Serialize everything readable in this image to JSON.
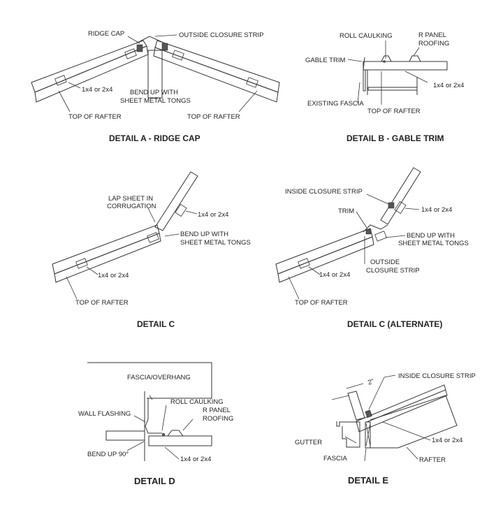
{
  "detail_a": {
    "title": "DETAIL A - RIDGE CAP",
    "ridge_cap": "RIDGE CAP",
    "outside_closure": "OUTSIDE CLOSURE STRIP",
    "lumber": "1x4 or 2x4",
    "bend_1": "BEND UP WITH",
    "bend_2": "SHEET METAL TONGS",
    "rafter_left": "TOP OF RAFTER",
    "rafter_right": "TOP OF RAFTER"
  },
  "detail_b": {
    "title": "DETAIL B - GABLE TRIM",
    "roll_caulking": "ROLL CAULKING",
    "r_panel_1": "R PANEL",
    "r_panel_2": "ROOFING",
    "gable_trim": "GABLE TRIM",
    "lumber": "1x4 or 2x4",
    "fascia": "EXISTING FASCIA",
    "rafter": "TOP OF RAFTER"
  },
  "detail_c": {
    "title": "DETAIL C",
    "lap_1": "LAP SHEET IN",
    "lap_2": "CORRUGATION",
    "lumber_top": "1x4 or 2x4",
    "bend_1": "BEND UP WITH",
    "bend_2": "SHEET METAL TONGS",
    "lumber_bottom": "1x4 or 2x4",
    "rafter": "TOP OF RAFTER"
  },
  "detail_c_alt": {
    "title": "DETAIL C (ALTERNATE)",
    "inside_closure": "INSIDE CLOSURE STRIP",
    "lumber_top": "1x4 or 2x4",
    "trim": "TRIM",
    "bend_1": "BEND UP WITH",
    "bend_2": "SHEET METAL TONGS",
    "outside_1": "OUTSIDE",
    "outside_2": "CLOSURE STRIP",
    "lumber_bottom": "1x4 or 2x4",
    "rafter": "TOP OF RAFTER"
  },
  "detail_d": {
    "title": "DETAIL D",
    "fascia": "FASCIA/OVERHANG",
    "roll_caulking": "ROLL CAULKING",
    "wall_flashing": "WALL FLASHING",
    "r_panel_1": "R PANEL",
    "r_panel_2": "ROOFING",
    "bend": "BEND UP 90°",
    "lumber": "1x4 or 2x4"
  },
  "detail_e": {
    "title": "DETAIL E",
    "dimension": "2\"",
    "inside_closure": "INSIDE CLOSURE STRIP",
    "gutter": "GUTTER",
    "lumber": "1x4 or 2x4",
    "fascia": "FASCIA",
    "rafter": "RAFTER"
  }
}
